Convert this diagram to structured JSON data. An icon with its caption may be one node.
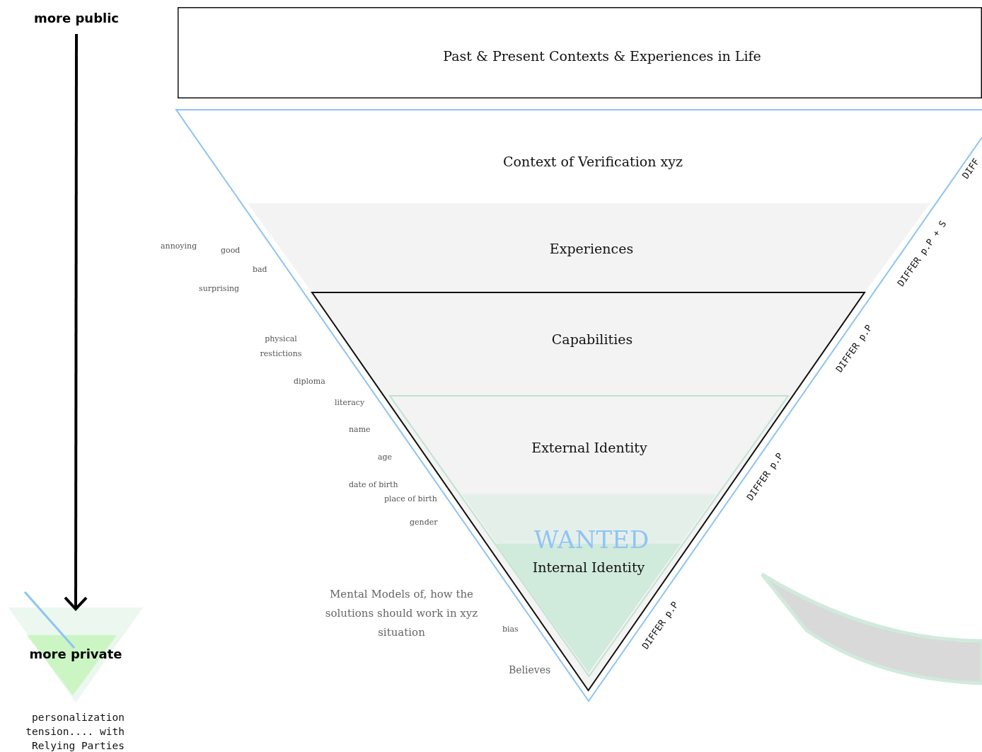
{
  "diagram": {
    "nodes": [
      {
        "text": [
          "Past & Present Contexts & Experiences in Life"
        ]
      },
      {
        "text": [
          "Context of Verification xyz"
        ]
      },
      {
        "text": [
          "Experiences"
        ],
        "in": 1
      },
      {
        "text": [
          "Capabilities"
        ],
        "in": 1
      },
      {
        "text": [
          "External Identity"
        ],
        "in": 3
      },
      {
        "text": [
          "WANTED",
          "Internal Identity"
        ],
        "in": 4
      },
      {
        "text": [
          "more public"
        ]
      },
      {
        "text": [
          "more private"
        ]
      }
    ],
    "edges": [
      {
        "from": 6,
        "to": 7,
        "arrow": "to"
      }
    ],
    "labels": [
      "annoying",
      "good",
      "bad",
      "surprising",
      "physical restictions",
      "diploma",
      "literacy",
      "name",
      "age",
      "date of birth",
      "place of birth",
      "gender",
      "Mental Models of, how the solutions should work in xyz situation",
      "bias",
      "Believes",
      "DIFF",
      "DIFFER p.P + S",
      "DIFFER p.P",
      "DIFFER p.P",
      "DIFFER p.P",
      "personalization tension.... with Relying Parties"
    ]
  }
}
